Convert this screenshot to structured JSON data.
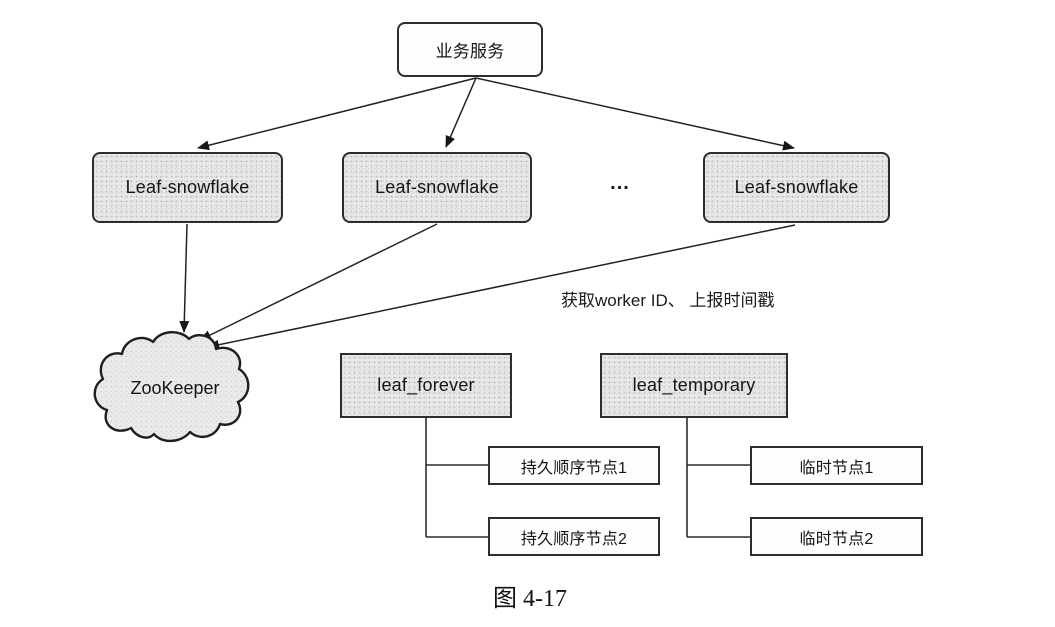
{
  "figure": {
    "caption": "图 4-17",
    "annotation": "获取worker ID、 上报时间戳",
    "nodes": {
      "business_service": "业务服务",
      "leaf_snowflake_1": "Leaf-snowflake",
      "leaf_snowflake_2": "Leaf-snowflake",
      "leaf_snowflake_3": "Leaf-snowflake",
      "ellipsis": "...",
      "zookeeper": "ZooKeeper",
      "leaf_forever": "leaf_forever",
      "leaf_temporary": "leaf_temporary",
      "persistent_seq_node_1": "持久顺序节点1",
      "persistent_seq_node_2": "持久顺序节点2",
      "temp_node_1": "临时节点1",
      "temp_node_2": "临时节点2"
    },
    "colors": {
      "background": "#ffffff",
      "box_fill_gray": "#e9e9e9",
      "box_fill_white": "#fdfdfd",
      "box_border": "#2d2d2d",
      "line": "#222222",
      "text": "#151515"
    }
  }
}
